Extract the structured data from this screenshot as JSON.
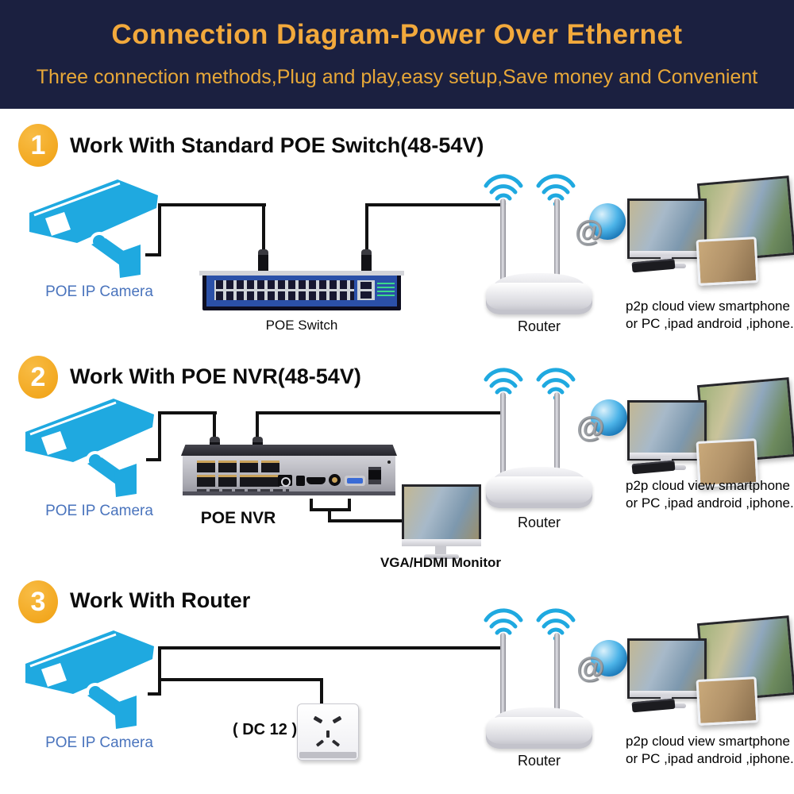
{
  "header": {
    "title": "Connection Diagram-Power Over Ethernet",
    "subtitle": "Three connection methods,Plug and play,easy setup,Save money and Convenient"
  },
  "shared": {
    "camera_label": "POE IP Camera",
    "router_label": "Router",
    "note_line1": "p2p cloud view smartphone",
    "note_line2": "or PC ,ipad android ,iphone."
  },
  "sections": [
    {
      "number": "1",
      "title": "Work With Standard POE Switch(48-54V)",
      "device_label": "POE Switch"
    },
    {
      "number": "2",
      "title": "Work With POE NVR(48-54V)",
      "device_label": "POE NVR",
      "monitor_label": "VGA/HDMI Monitor"
    },
    {
      "number": "3",
      "title": "Work With Router",
      "outlet_label": "( DC 12 )"
    }
  ],
  "colors": {
    "header_background": "#1b2040",
    "header_title": "#f2a93c",
    "header_subtitle": "#e8a838",
    "step_badge": "#f0a011",
    "camera_cyan": "#1fa9e0",
    "camera_label_blue": "#4a74bd",
    "switch_face_blue": "#2b50a8",
    "wifi_cyan": "#1fa9e0",
    "wire_black": "#111111"
  }
}
